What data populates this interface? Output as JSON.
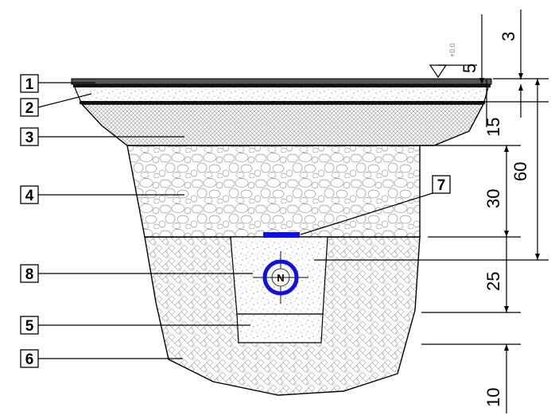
{
  "layer_labels": [
    "1",
    "2",
    "3",
    "4",
    "5",
    "6",
    "7",
    "8"
  ],
  "pipe_mark": "N",
  "dimensions": {
    "top_offset": "3",
    "level_mark_small": "+0.0",
    "level_mark": "5",
    "layer_15": "15",
    "layer_60": "60",
    "layer_30": "30",
    "layer_25": "25",
    "layer_10": "10"
  },
  "colors": {
    "marker_blue": "#1010e0",
    "asphalt": "#555555",
    "outline": "#000000"
  }
}
